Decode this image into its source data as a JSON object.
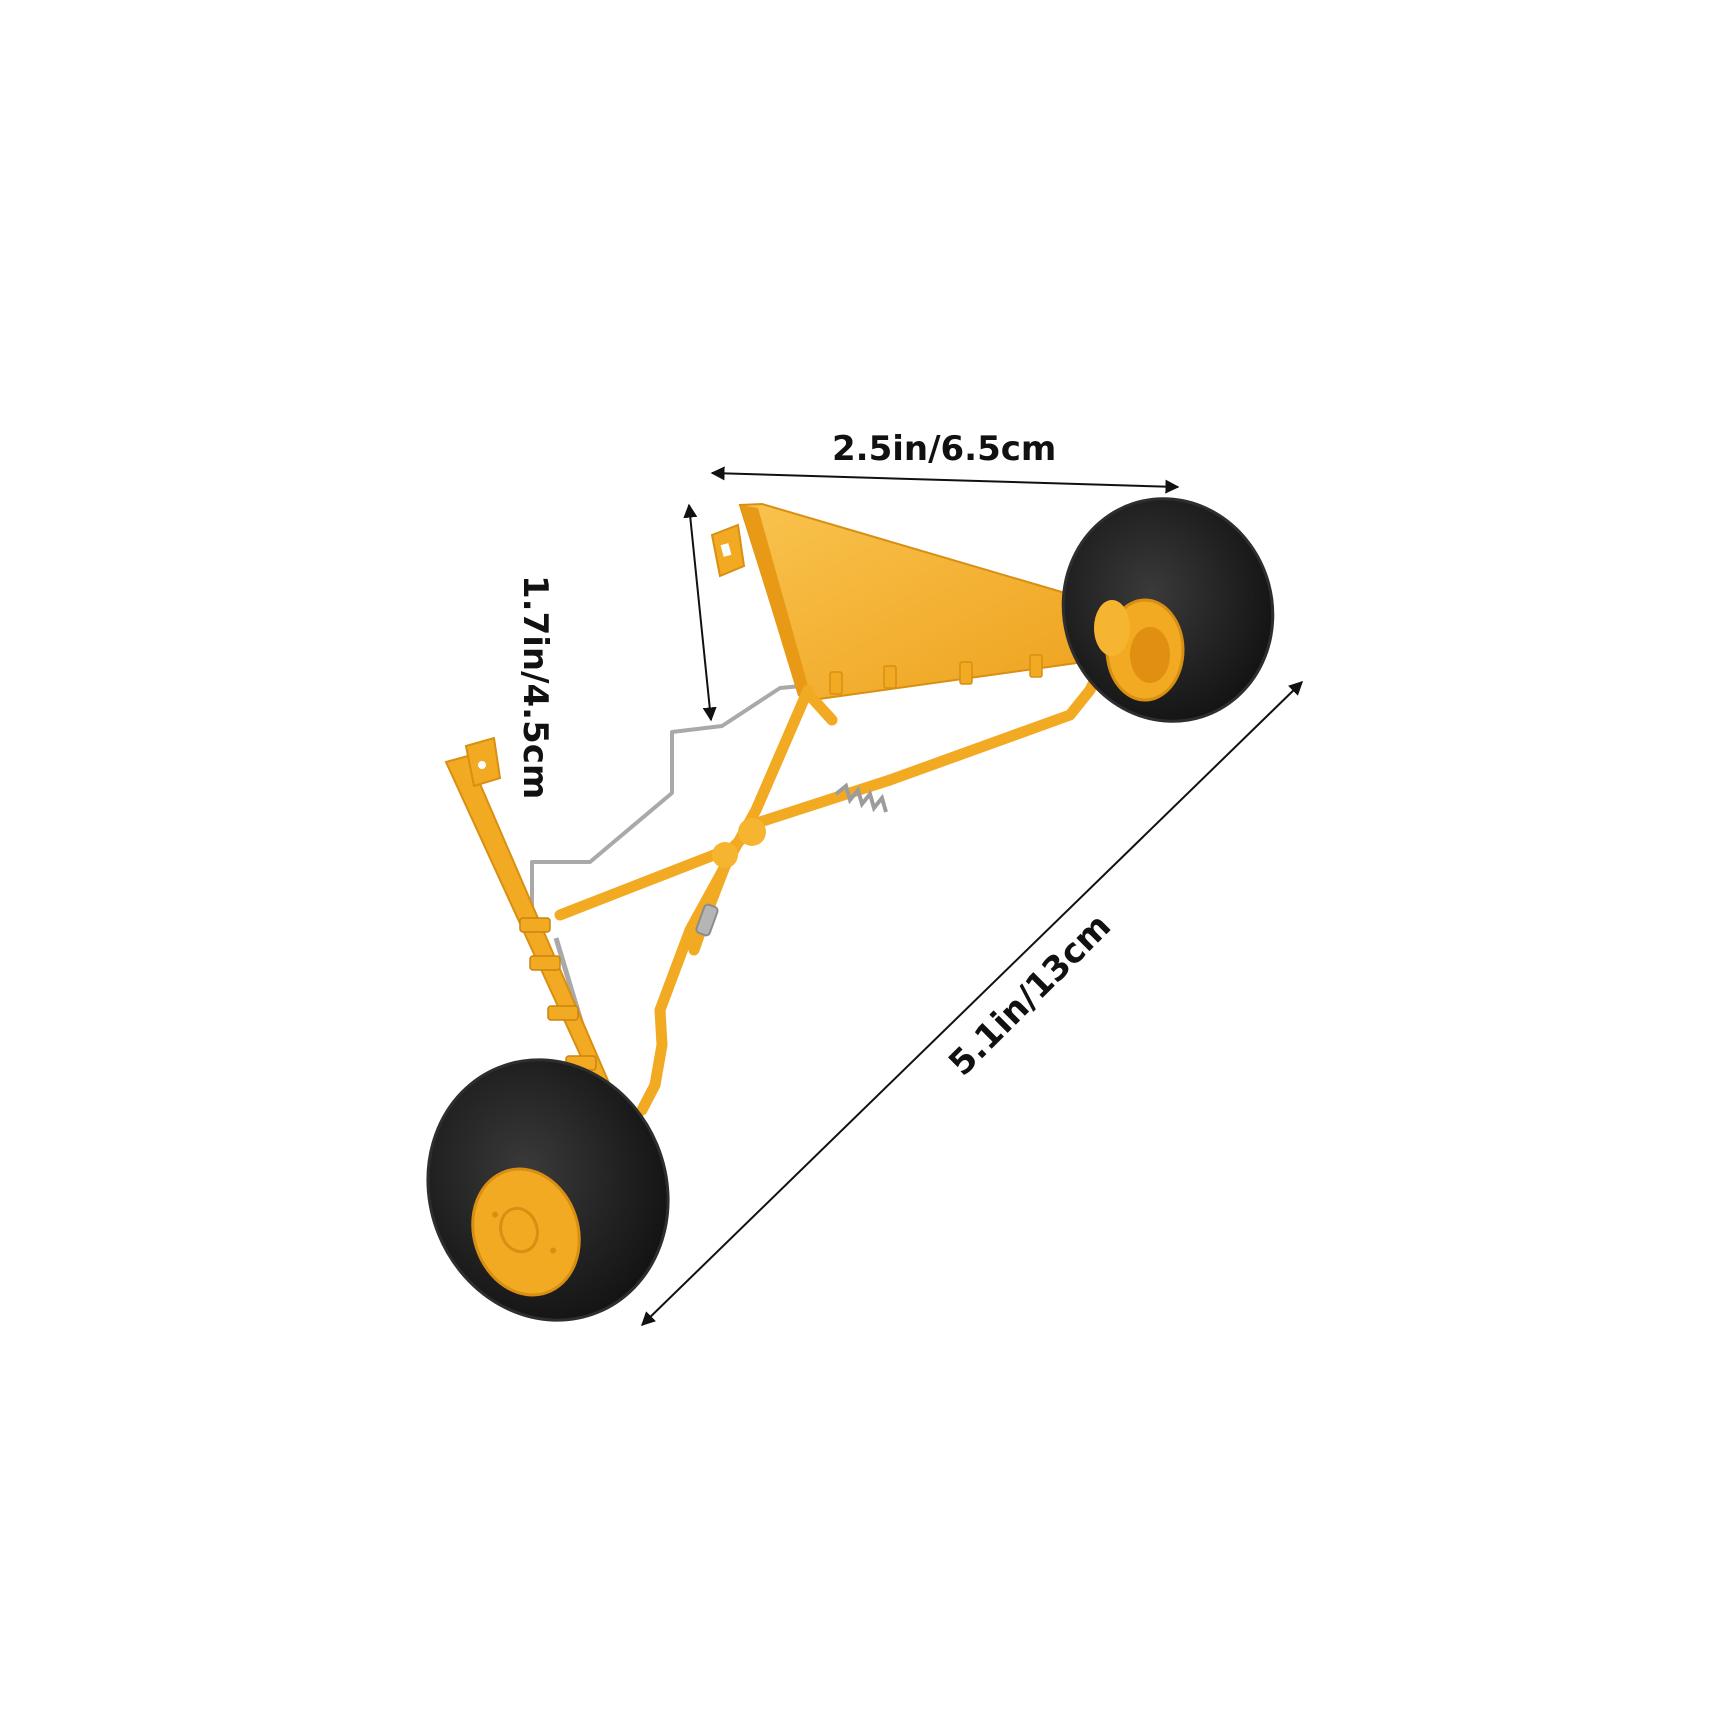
{
  "colors": {
    "background": "#ffffff",
    "frame": "#f2aa22",
    "frame_dark": "#d88f12",
    "frame_light": "#f8c04a",
    "tire": "#1c1c1c",
    "tire_edge": "#333333",
    "wire": "#a8a8a8",
    "ink": "#111111"
  },
  "dimensions": {
    "width_label": "2.5in/6.5cm",
    "height_label": "1.7in/4.5cm",
    "length_label": "5.1in/13cm"
  },
  "product": {
    "icon": "rc-plane-landing-gear-icon"
  }
}
